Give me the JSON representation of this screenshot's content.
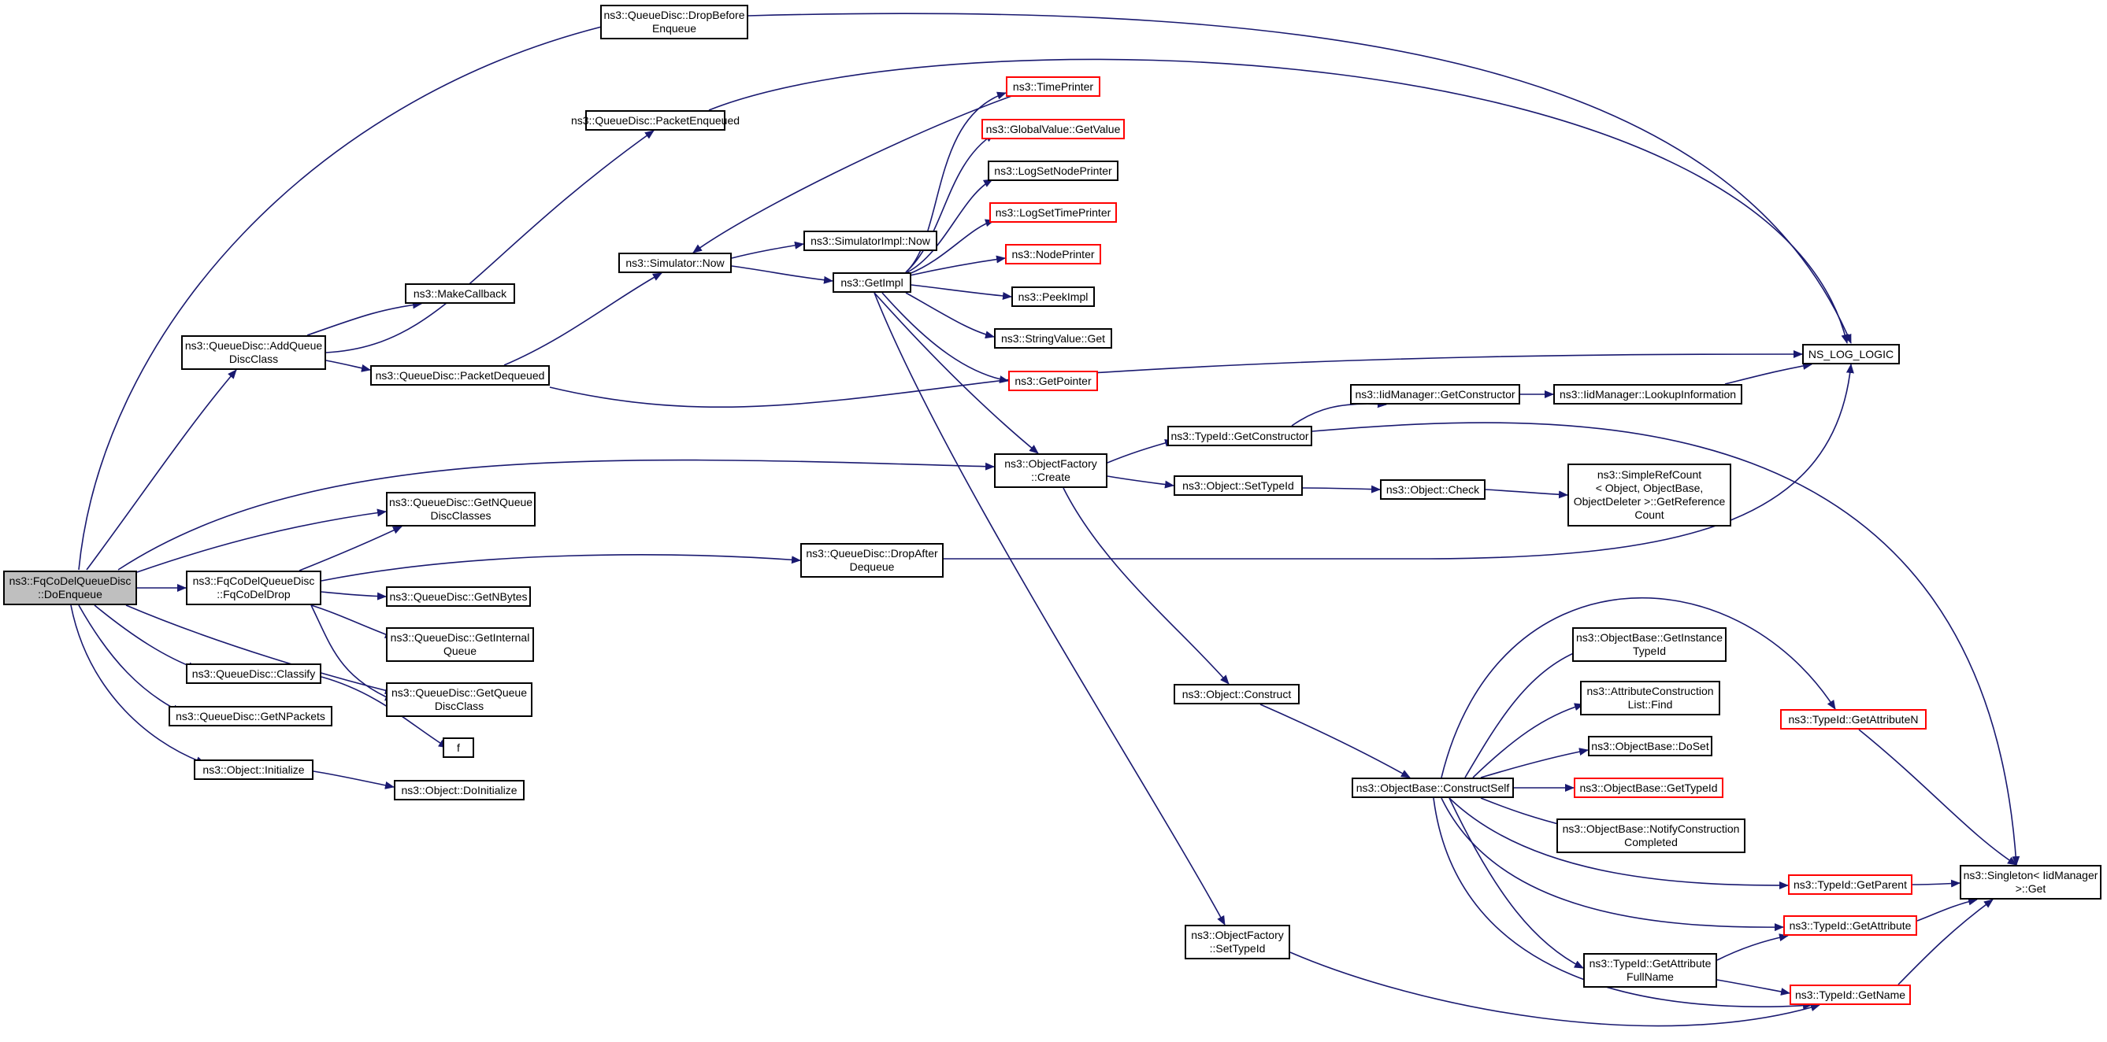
{
  "colors": {
    "edge": "#191970",
    "node_border": "#000000",
    "node_border_incomplete": "#ff0000",
    "root_fill": "#bfbfbf"
  },
  "nodes": {
    "root": "ns3::FqCoDelQueueDisc\n::DoEnqueue",
    "drop_before": "ns3::QueueDisc::DropBefore\nEnqueue",
    "pkt_enq": "ns3::QueueDisc::PacketEnqueued",
    "make_cb": "ns3::MakeCallback",
    "add_qdc": "ns3::QueueDisc::AddQueue\nDiscClass",
    "pkt_deq": "ns3::QueueDisc::PacketDequeued",
    "sim_now": "ns3::Simulator::Now",
    "simimpl_now": "ns3::SimulatorImpl::Now",
    "get_impl": "ns3::GetImpl",
    "time_printer": "ns3::TimePrinter",
    "gv_getvalue": "ns3::GlobalValue::GetValue",
    "log_set_node": "ns3::LogSetNodePrinter",
    "log_set_time": "ns3::LogSetTimePrinter",
    "node_printer": "ns3::NodePrinter",
    "peek_impl": "ns3::PeekImpl",
    "sv_get": "ns3::StringValue::Get",
    "get_pointer": "ns3::GetPointer",
    "ns_log_logic": "NS_LOG_LOGIC",
    "iid_getctor": "ns3::IidManager::GetConstructor",
    "iid_lookup": "ns3::IidManager::LookupInformation",
    "tid_getctor": "ns3::TypeId::GetConstructor",
    "of_create": "ns3::ObjectFactory\n::Create",
    "obj_settid": "ns3::Object::SetTypeId",
    "obj_check": "ns3::Object::Check",
    "simple_ref": "ns3::SimpleRefCount\n< Object, ObjectBase,\nObjectDeleter >::GetReference\nCount",
    "get_nqdc": "ns3::QueueDisc::GetNQueue\nDiscClasses",
    "fq_drop": "ns3::FqCoDelQueueDisc\n::FqCoDelDrop",
    "drop_after": "ns3::QueueDisc::DropAfter\nDequeue",
    "get_nbytes": "ns3::QueueDisc::GetNBytes",
    "get_iq": "ns3::QueueDisc::GetInternal\nQueue",
    "classify": "ns3::QueueDisc::Classify",
    "get_qdc": "ns3::QueueDisc::GetQueue\nDiscClass",
    "get_npkts": "ns3::QueueDisc::GetNPackets",
    "f": "f",
    "obj_init": "ns3::Object::Initialize",
    "obj_doinit": "ns3::Object::DoInitialize",
    "obj_construct": "ns3::Object::Construct",
    "ob_ctor_self": "ns3::ObjectBase::ConstructSelf",
    "ob_get_inst": "ns3::ObjectBase::GetInstance\nTypeId",
    "acl_find": "ns3::AttributeConstruction\nList::Find",
    "ob_doset": "ns3::ObjectBase::DoSet",
    "ob_gettid": "ns3::ObjectBase::GetTypeId",
    "ob_notify": "ns3::ObjectBase::NotifyConstruction\nCompleted",
    "tid_getattrn": "ns3::TypeId::GetAttributeN",
    "tid_getparent": "ns3::TypeId::GetParent",
    "tid_getattr": "ns3::TypeId::GetAttribute",
    "tid_getattrfull": "ns3::TypeId::GetAttribute\nFullName",
    "tid_getname": "ns3::TypeId::GetName",
    "singleton_get": "ns3::Singleton< IidManager\n>::Get",
    "of_settid": "ns3::ObjectFactory\n::SetTypeId"
  }
}
